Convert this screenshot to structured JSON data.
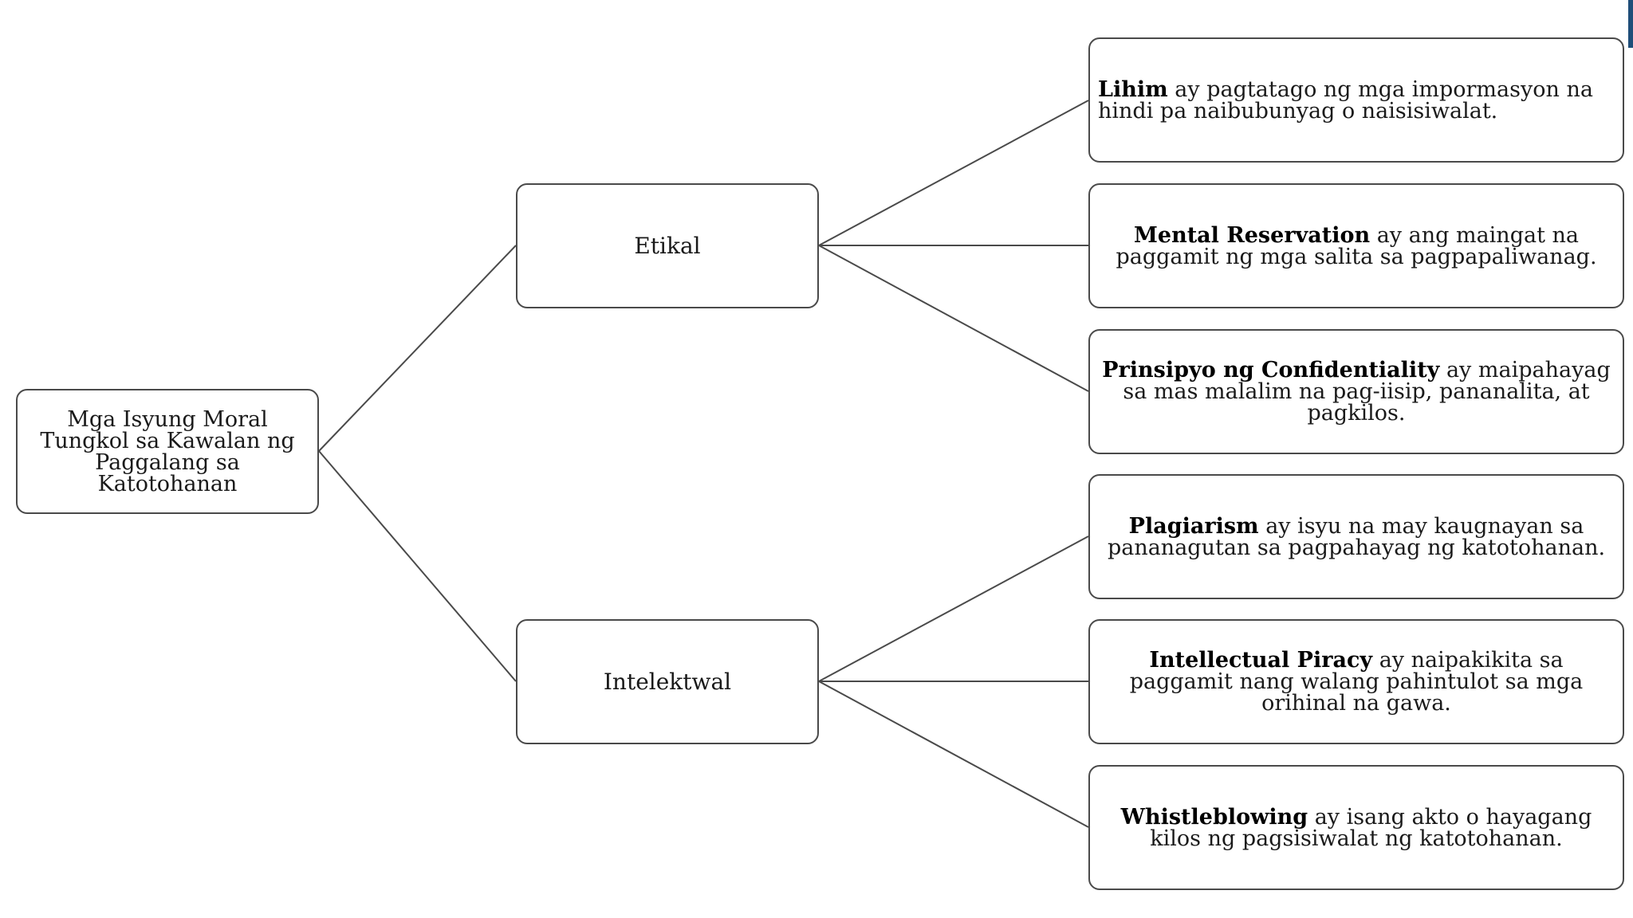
{
  "diagram": {
    "root": {
      "label": "Mga Isyung Moral Tungkol sa Kawalan ng Paggalang sa Katotohanan"
    },
    "categories": [
      {
        "label": "Etikal",
        "items": [
          {
            "term": "Lihim",
            "definition": "ay pagtatago ng mga impormasyon na hindi pa naibubunyag o naisisiwalat."
          },
          {
            "term": "Mental Reservation",
            "definition": "ay ang maingat na paggamit ng mga salita sa pagpapaliwanag."
          },
          {
            "term": "Prinsipyo ng Confidentiality",
            "definition": "ay maipahayag sa mas malalim na pag-iisip, pananalita, at pagkilos."
          }
        ]
      },
      {
        "label": "Intelektwal",
        "items": [
          {
            "term": "Plagiarism",
            "definition": "ay isyu na may kaugnayan sa pananagutan sa pagpahayag ng katotohanan."
          },
          {
            "term": "Intellectual Piracy",
            "definition": "ay naipakikita sa paggamit nang walang pahintulot sa mga orihinal na gawa."
          },
          {
            "term": "Whistleblowing",
            "definition": "ay isang akto o hayagang kilos ng pagsisiwalat ng katotohanan."
          }
        ]
      }
    ],
    "colors": {
      "line": "#4a4a4a",
      "border": "#4a4a4a",
      "text": "#1a1a1a",
      "edge_accent": "#1f4e79"
    }
  }
}
